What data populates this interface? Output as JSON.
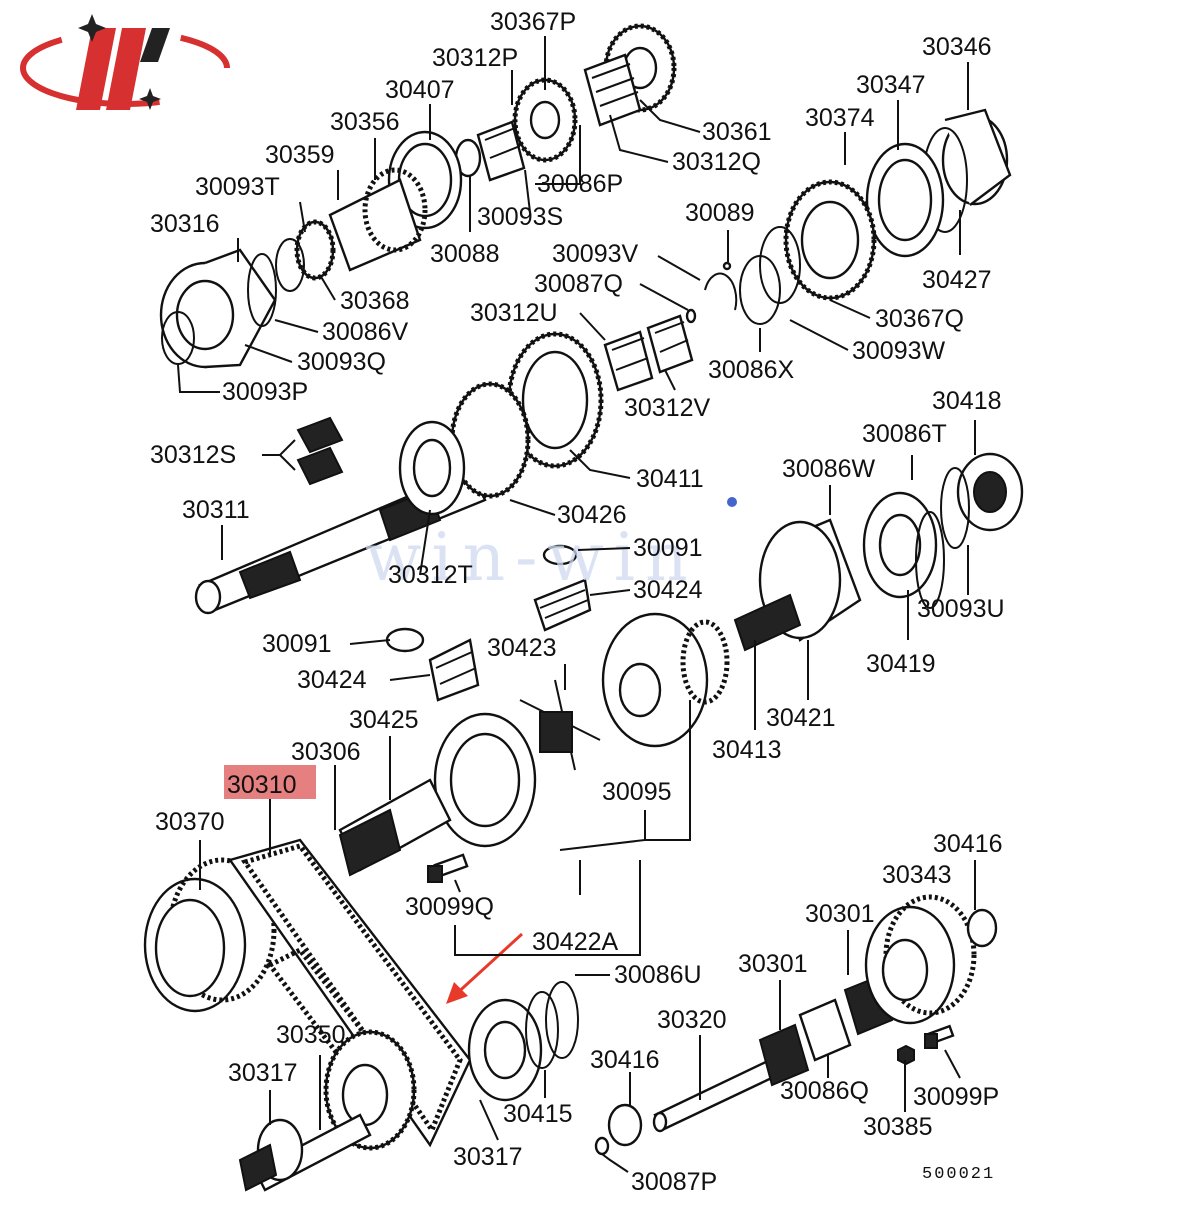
{
  "diagram_code": "500021",
  "watermark": "win-win",
  "highlight_color": "#e06060",
  "arrow_color": "#e83a2a",
  "labels": {
    "l30367P": "30367P",
    "l30346": "30346",
    "l30312P": "30312P",
    "l30407": "30407",
    "l30347": "30347",
    "l30356": "30356",
    "l30374": "30374",
    "l30361": "30361",
    "l30359": "30359",
    "l30312Q": "30312Q",
    "l30093T": "30093T",
    "l30086P": "30086P",
    "l30089": "30089",
    "l30316": "30316",
    "l30093S": "30093S",
    "l30088": "30088",
    "l30093V": "30093V",
    "l30427": "30427",
    "l30087Q": "30087Q",
    "l30368": "30368",
    "l30312U": "30312U",
    "l30367Q": "30367Q",
    "l30086V": "30086V",
    "l30093W": "30093W",
    "l30093Q": "30093Q",
    "l30086X": "30086X",
    "l30093P": "30093P",
    "l30312V": "30312V",
    "l30418": "30418",
    "l30086T": "30086T",
    "l30312S": "30312S",
    "l30086W": "30086W",
    "l30411": "30411",
    "l30311": "30311",
    "l30426": "30426",
    "l30091a": "30091",
    "l30312T": "30312T",
    "l30093U": "30093U",
    "l30424a": "30424",
    "l30091b": "30091",
    "l30423": "30423",
    "l30419": "30419",
    "l30424b": "30424",
    "l30421": "30421",
    "l30425": "30425",
    "l30413": "30413",
    "l30306": "30306",
    "l30310": "30310",
    "l30095": "30095",
    "l30370": "30370",
    "l30416a": "30416",
    "l30343": "30343",
    "l30099Q": "30099Q",
    "l30301a": "30301",
    "l30422A": "30422A",
    "l30086U": "30086U",
    "l30301b": "30301",
    "l30320": "30320",
    "l30350": "30350",
    "l30416b": "30416",
    "l30317a": "30317",
    "l30086Q": "30086Q",
    "l30099P": "30099P",
    "l30415": "30415",
    "l30385": "30385",
    "l30317b": "30317",
    "l30087P": "30087P"
  }
}
